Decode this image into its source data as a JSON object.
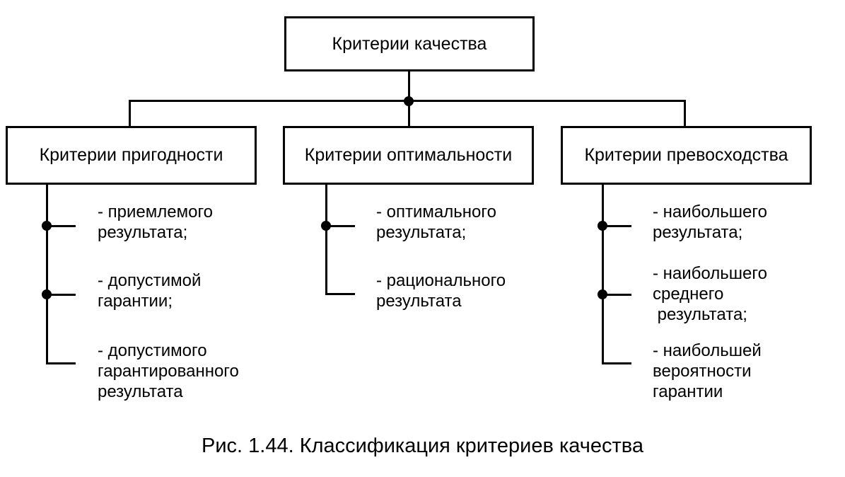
{
  "root": {
    "label": "Критерии качества"
  },
  "children": [
    {
      "label": "Критерии пригодности",
      "items": [
        [
          "- приемлемого",
          "результата;"
        ],
        [
          "- допустимой",
          "гарантии;"
        ],
        [
          "- допустимого",
          "гарантированного",
          "результата"
        ]
      ]
    },
    {
      "label": "Критерии оптимальности",
      "items": [
        [
          "- оптимального",
          "результата;"
        ],
        [
          "- рационального",
          "результата"
        ]
      ]
    },
    {
      "label": "Критерии превосходства",
      "items": [
        [
          "- наибольшего",
          "результата;"
        ],
        [
          "- наибольшего",
          "среднего",
          " результата;"
        ],
        [
          "- наибольшей",
          "вероятности",
          "гарантии"
        ]
      ]
    }
  ],
  "caption": "Рис. 1.44. Классификация критериев качества"
}
